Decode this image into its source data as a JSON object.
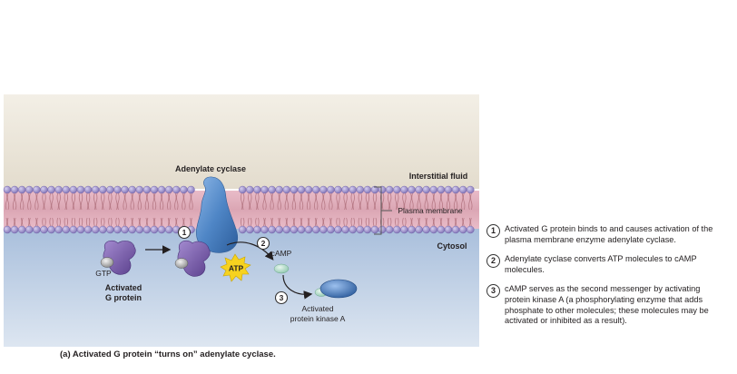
{
  "labels": {
    "adenylate_cyclase": "Adenylate cyclase",
    "interstitial_fluid": "Interstitial fluid",
    "plasma_membrane": "Plasma membrane",
    "cytosol": "Cytosol",
    "camp": "cAMP",
    "atp": "ATP",
    "gtp": "GTP",
    "activated_g_protein_line1": "Activated",
    "activated_g_protein_line2": "G protein",
    "pka_line1": "Activated",
    "pka_line2": "protein kinase A"
  },
  "step_markers": [
    "1",
    "2",
    "3"
  ],
  "steps": [
    {
      "number": "1",
      "text": "Activated G protein binds to and causes activation of the plasma membrane enzyme adenylate cyclase."
    },
    {
      "number": "2",
      "text": "Adenylate cyclase converts ATP molecules to cAMP molecules."
    },
    {
      "number": "3",
      "text": "cAMP serves as the second messenger by activating protein kinase A (a phosphorylating enzyme that adds phosphate to other molecules; these molecules may be activated or inhibited as a result)."
    }
  ],
  "caption": "(a) Activated G protein “turns on” adenylate cyclase.",
  "colors": {
    "interstitial_fluid": "#e9e3d6",
    "cytosol": "#c5d5e8",
    "lipid_head": "#9c90c8",
    "membrane_core": "#e8b9c4",
    "g_protein": "#7e5fae",
    "adenylate_cyclase": "#4f86c6",
    "atp_burst": "#f6d21f",
    "camp": "#bfe0d2",
    "pka": "#4e7fc0"
  }
}
